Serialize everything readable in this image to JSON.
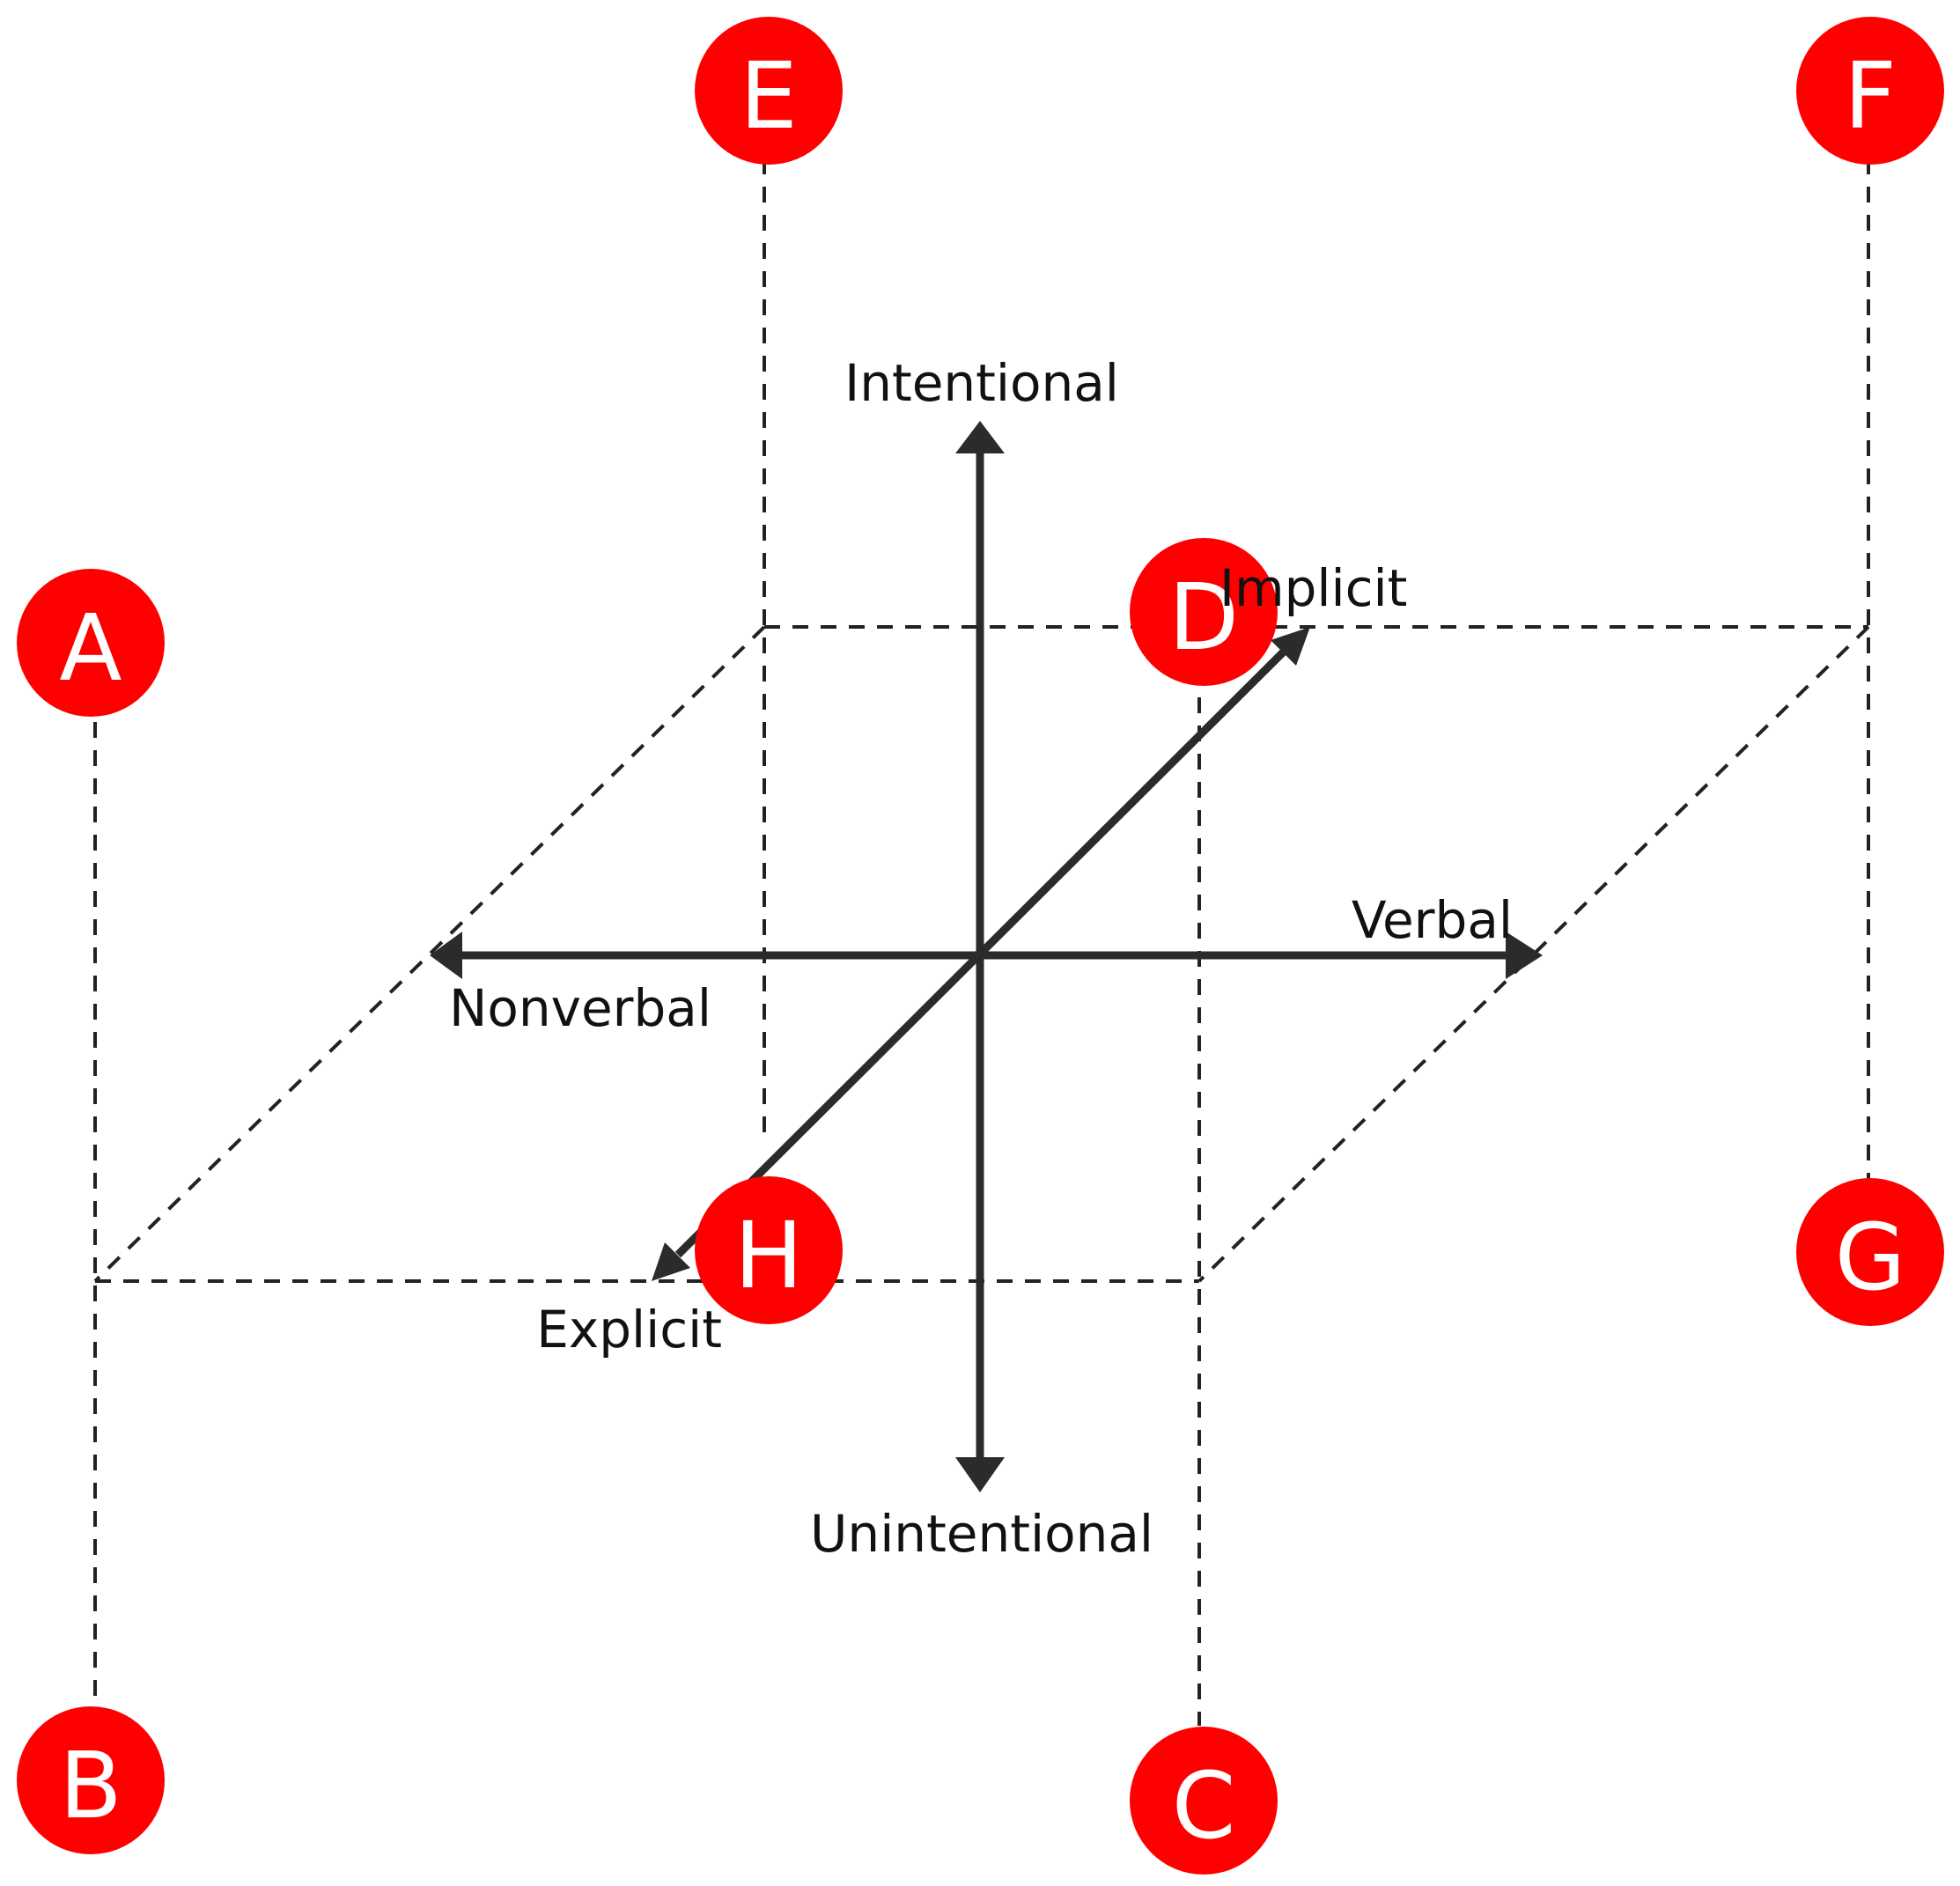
{
  "axes": {
    "intentional": "Intentional",
    "unintentional": "Unintentional",
    "verbal": "Verbal",
    "nonverbal": "Nonverbal",
    "implicit": "Implicit",
    "explicit": "Explicit"
  },
  "nodes": {
    "a": "A",
    "b": "B",
    "c": "C",
    "d": "D",
    "e": "E",
    "f": "F",
    "g": "G",
    "h": "H"
  },
  "colors": {
    "node_fill": "#ff0000",
    "node_text": "#ffffff",
    "axis": "#2b2b2b",
    "dashed": "#222222"
  }
}
